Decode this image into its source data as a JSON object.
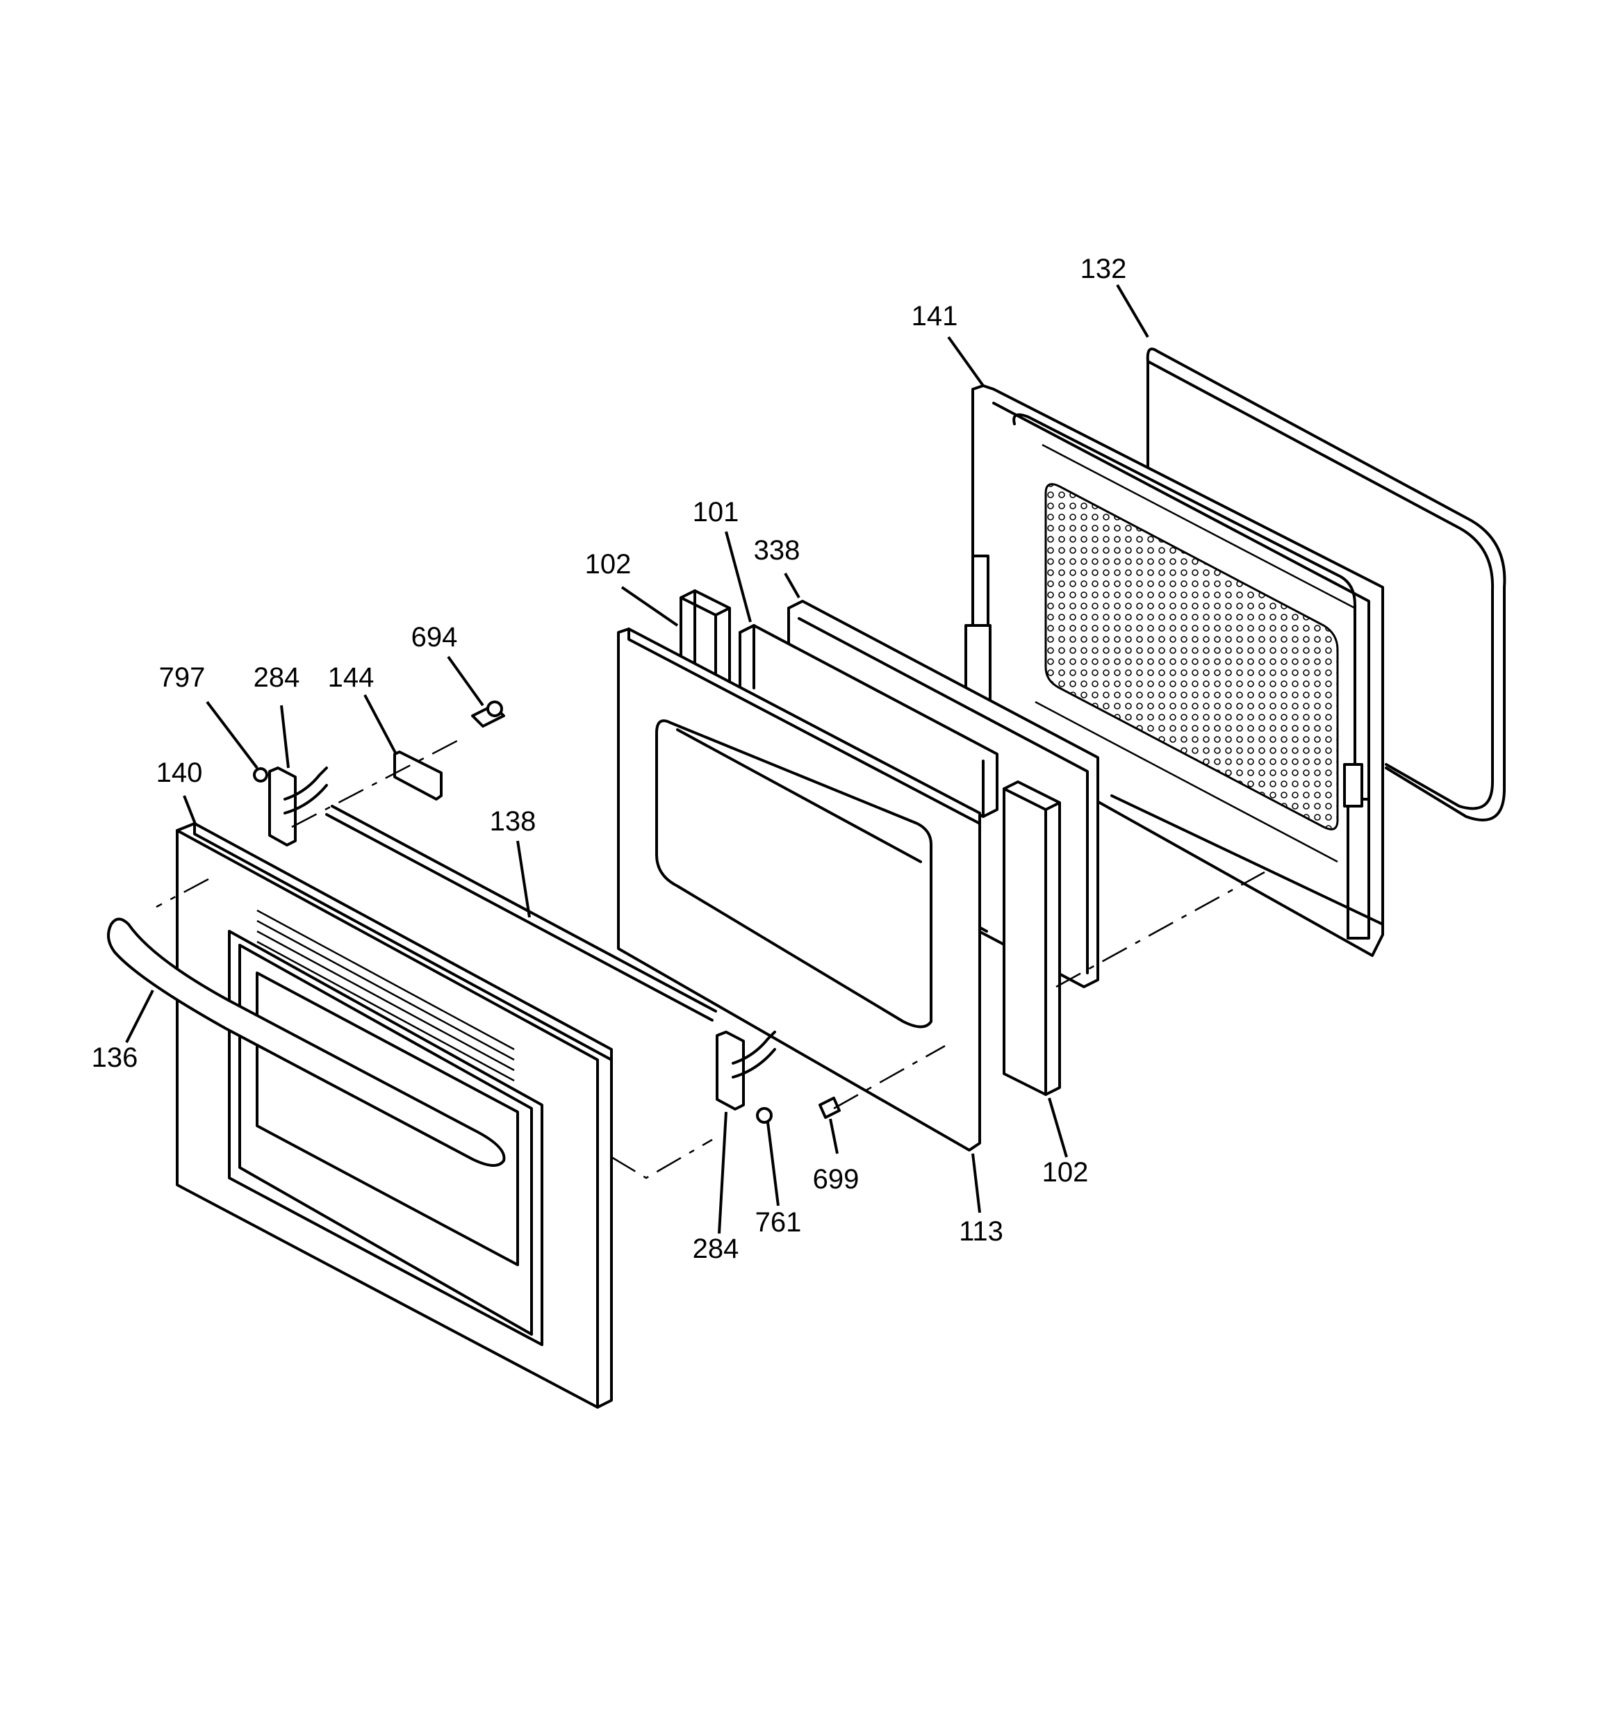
{
  "callouts": {
    "c132": "132",
    "c141": "141",
    "c101": "101",
    "c338": "338",
    "c102_top": "102",
    "c102_bottom": "102",
    "c694": "694",
    "c797": "797",
    "c284_top": "284",
    "c284_bottom": "284",
    "c144": "144",
    "c140": "140",
    "c138": "138",
    "c136": "136",
    "c699": "699",
    "c761": "761",
    "c113": "113"
  }
}
